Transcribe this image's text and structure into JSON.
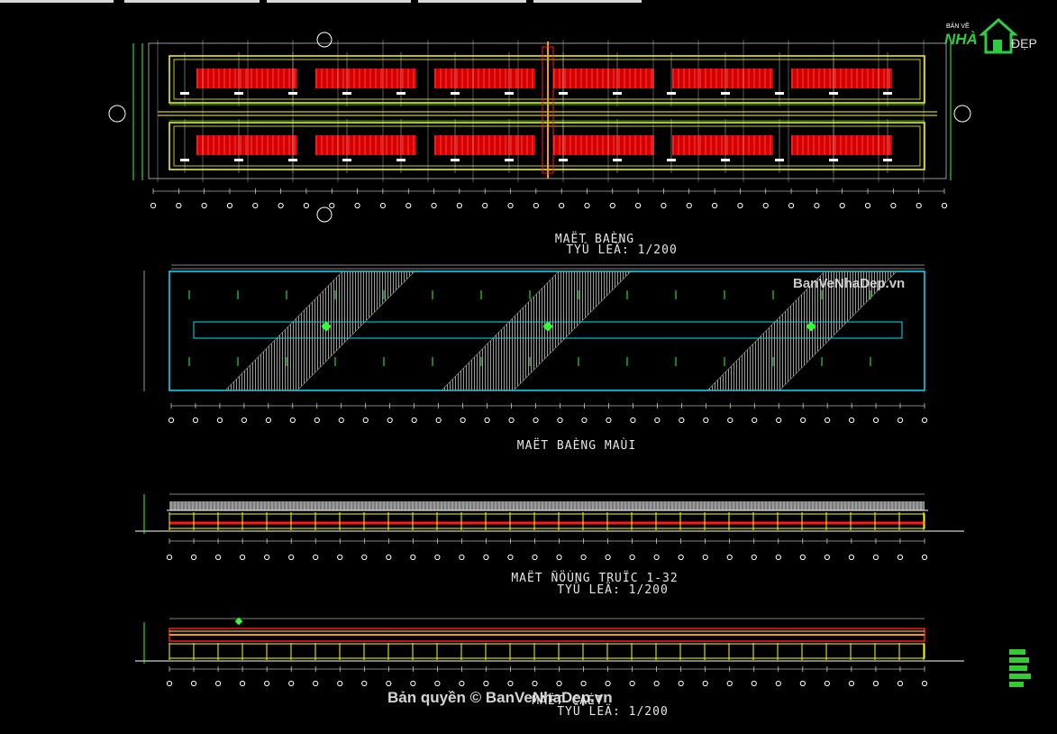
{
  "drawing": {
    "tabs": [
      "",
      "",
      "",
      "",
      ""
    ],
    "titles": {
      "floor_plan": "MAËT BAÈNG",
      "floor_plan_scale": "TYÛ LEÄ: 1/200",
      "roof_plan": "MAËT BAÈNG MAÙI",
      "front_elevation": "MAËT ÑÖÙNG TRUÏC 1-32",
      "front_elevation_scale": "TYÛ LEÄ: 1/200",
      "side_elevation": "MAËT CAÉT",
      "side_elevation_scale": "TYÛ LEÄ: 1/200"
    },
    "colors": {
      "background": "#000000",
      "wall": "#ffff00",
      "grid": "#d0d0d0",
      "bed": "#ff1a1a",
      "roof": "#00e5ff",
      "hatch": "#9a9a9a",
      "dim": "#33ff33",
      "annot": "#ffffff",
      "orange": "#ff9a00"
    }
  },
  "watermarks": {
    "site": "BanVeNhaDep.vn",
    "copyright": "Bản quyền © BanVeNhaDep.vn"
  },
  "logo": {
    "line1": "BẢN VẼ",
    "line2": "NHÀ",
    "line3": "ĐẸP",
    "icon": "house-icon"
  }
}
